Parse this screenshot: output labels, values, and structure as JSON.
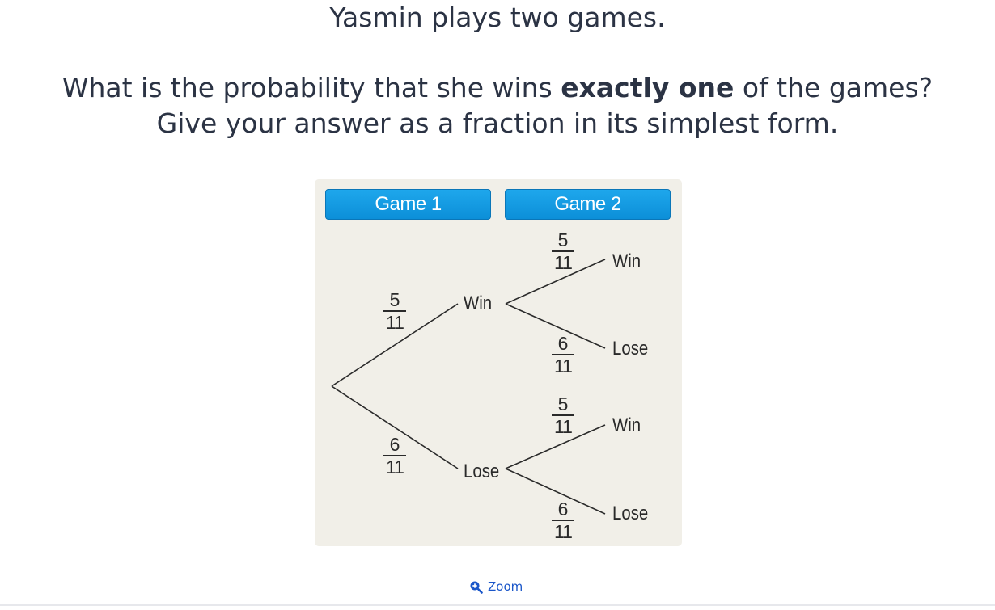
{
  "question": {
    "title": "Yasmin plays two games.",
    "line1_before": "What is the probability that she wins ",
    "line1_bold": "exactly one",
    "line1_after": " of the games?",
    "line2": "Give your answer as a fraction in its simplest form."
  },
  "tree": {
    "headers": {
      "game1": "Game 1",
      "game2": "Game 2"
    },
    "game1": {
      "win_label": "Win",
      "lose_label": "Lose",
      "win_prob": {
        "num": "5",
        "den": "11"
      },
      "lose_prob": {
        "num": "6",
        "den": "11"
      }
    },
    "game2_after_win": {
      "win_label": "Win",
      "lose_label": "Lose",
      "win_prob": {
        "num": "5",
        "den": "11"
      },
      "lose_prob": {
        "num": "6",
        "den": "11"
      }
    },
    "game2_after_lose": {
      "win_label": "Win",
      "lose_label": "Lose",
      "win_prob": {
        "num": "5",
        "den": "11"
      },
      "lose_prob": {
        "num": "6",
        "den": "11"
      }
    }
  },
  "zoom": {
    "label": "Zoom",
    "icon": "zoom-in-icon"
  },
  "colors": {
    "header_blue": "#1ea7ec",
    "panel_bg": "#f1efe8",
    "link_blue": "#1a56c9",
    "text": "#2b3344"
  }
}
